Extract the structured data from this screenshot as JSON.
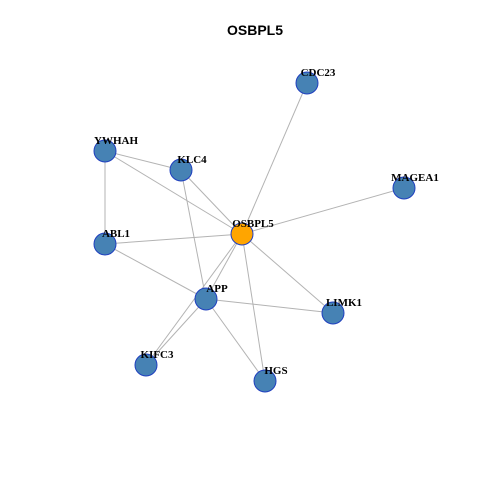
{
  "title": "OSBPL5",
  "colors": {
    "hub_fill": "#FFA500",
    "node_fill": "#4682B4",
    "node_stroke": "#1F3FBF",
    "edge": "#B3B3B3"
  },
  "nodes": [
    {
      "id": "OSBPL5",
      "label": "OSBPL5",
      "hub": true
    },
    {
      "id": "CDC23",
      "label": "CDC23",
      "hub": false
    },
    {
      "id": "YWHAH",
      "label": "YWHAH",
      "hub": false
    },
    {
      "id": "KLC4",
      "label": "KLC4",
      "hub": false
    },
    {
      "id": "MAGEA1",
      "label": "MAGEA1",
      "hub": false
    },
    {
      "id": "ABL1",
      "label": "ABL1",
      "hub": false
    },
    {
      "id": "APP",
      "label": "APP",
      "hub": false
    },
    {
      "id": "LIMK1",
      "label": "LIMK1",
      "hub": false
    },
    {
      "id": "KIFC3",
      "label": "KIFC3",
      "hub": false
    },
    {
      "id": "HGS",
      "label": "HGS",
      "hub": false
    }
  ],
  "edges": [
    [
      "OSBPL5",
      "CDC23"
    ],
    [
      "OSBPL5",
      "YWHAH"
    ],
    [
      "OSBPL5",
      "KLC4"
    ],
    [
      "OSBPL5",
      "MAGEA1"
    ],
    [
      "OSBPL5",
      "ABL1"
    ],
    [
      "OSBPL5",
      "APP"
    ],
    [
      "OSBPL5",
      "LIMK1"
    ],
    [
      "OSBPL5",
      "KIFC3"
    ],
    [
      "OSBPL5",
      "HGS"
    ],
    [
      "YWHAH",
      "KLC4"
    ],
    [
      "YWHAH",
      "ABL1"
    ],
    [
      "KLC4",
      "APP"
    ],
    [
      "ABL1",
      "APP"
    ],
    [
      "APP",
      "LIMK1"
    ],
    [
      "APP",
      "KIFC3"
    ],
    [
      "APP",
      "HGS"
    ]
  ]
}
